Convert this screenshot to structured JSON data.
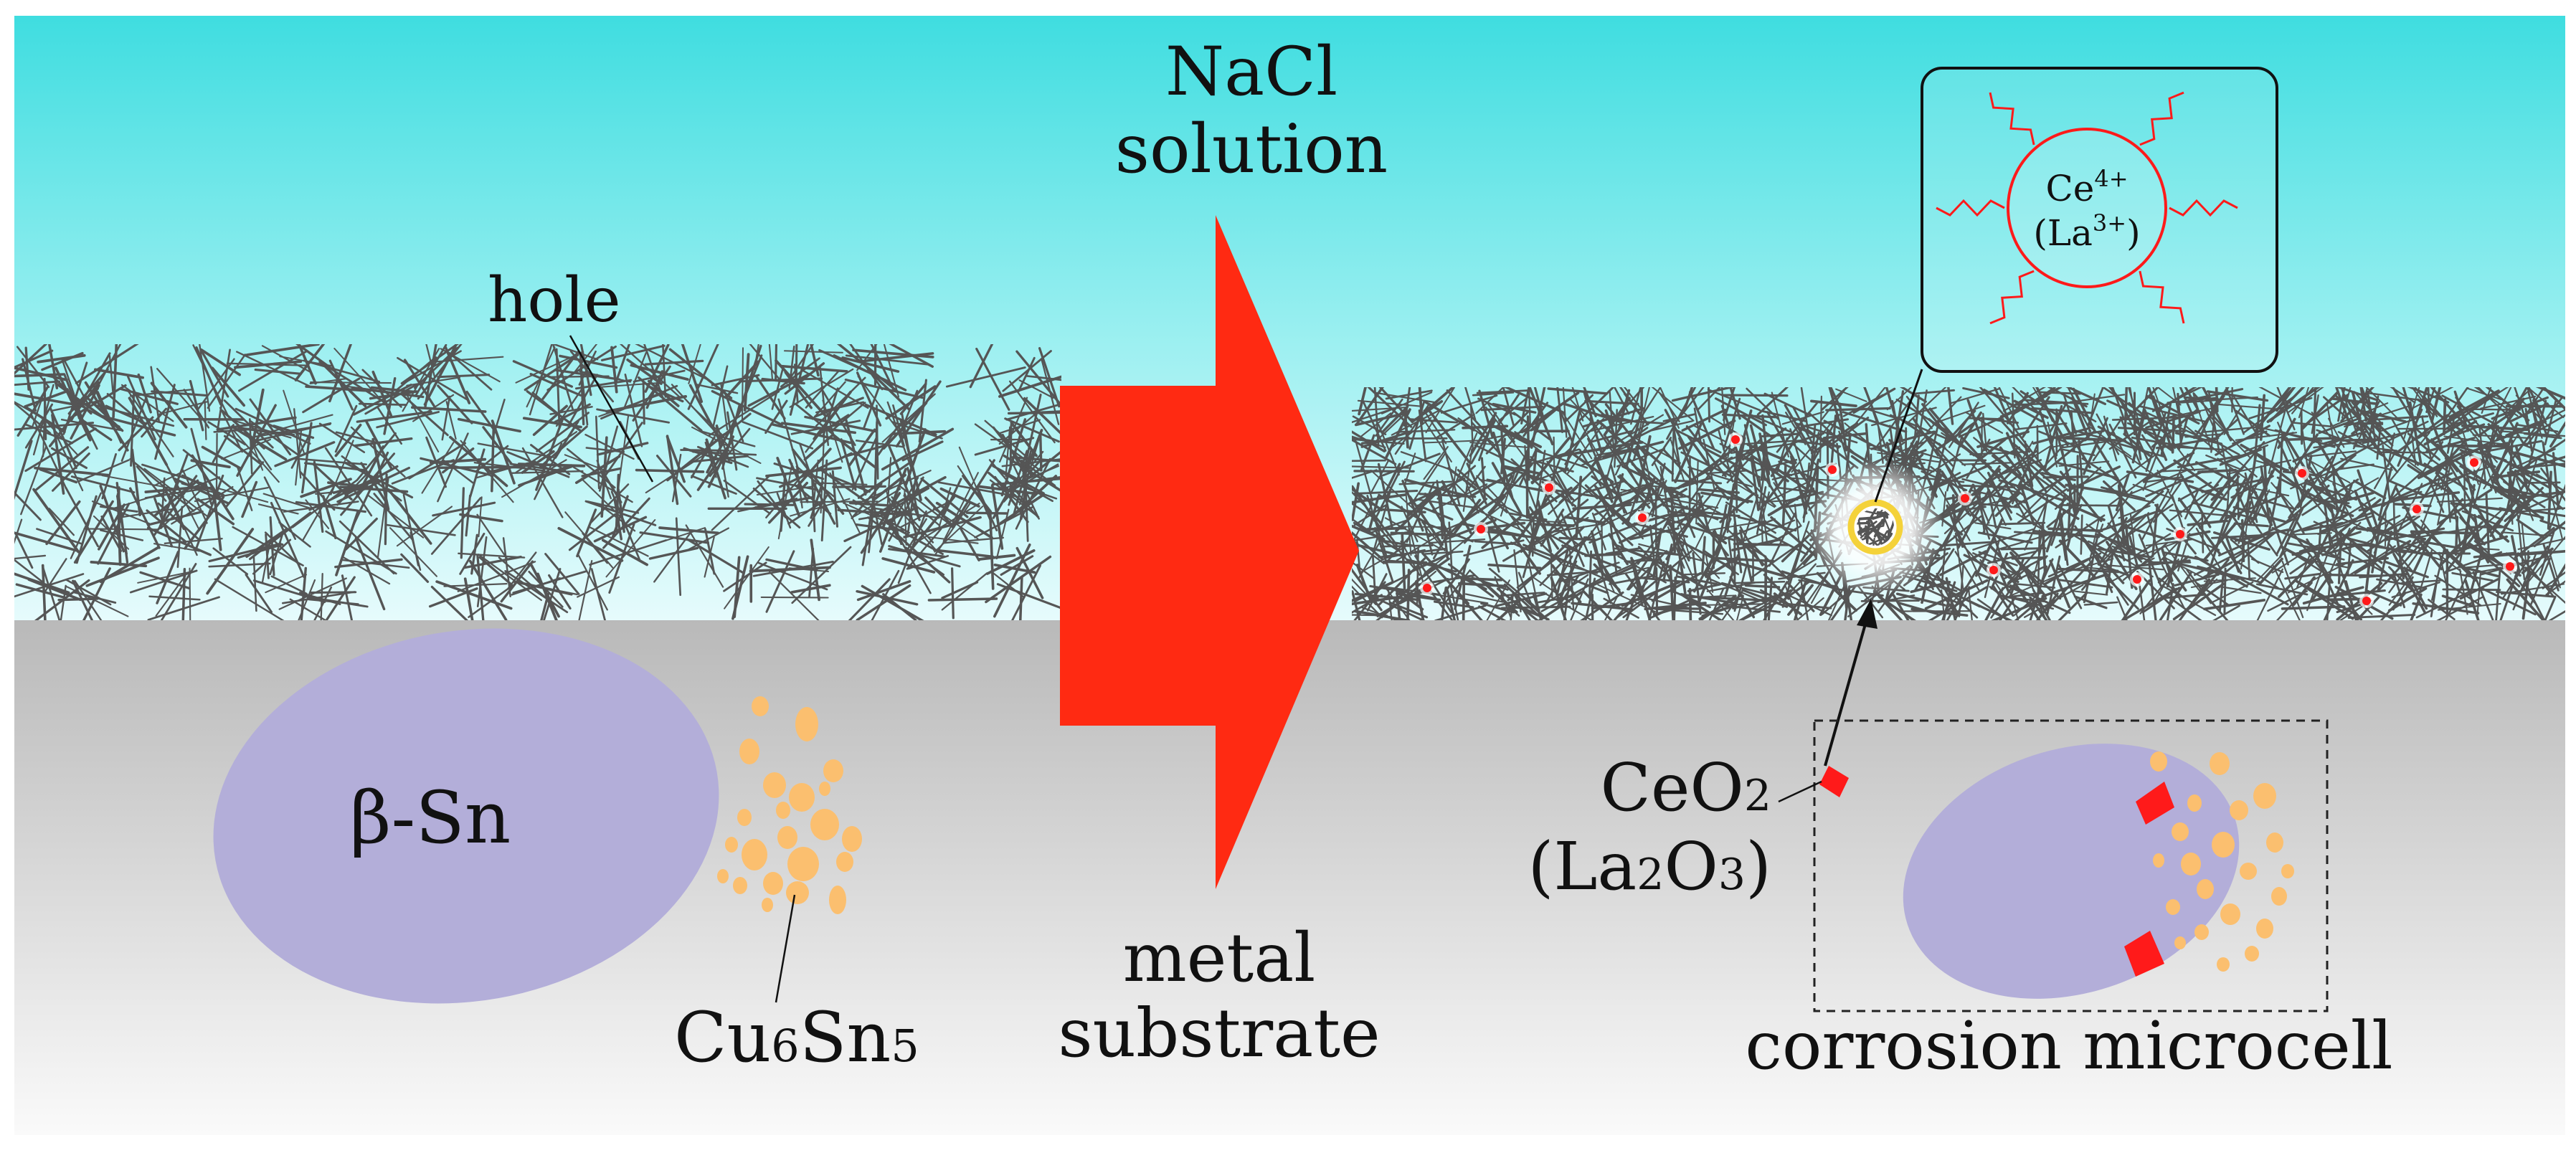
{
  "labels": {
    "hole": "hole",
    "nacl_line1": "NaCl",
    "nacl_line2": "solution",
    "metal_line1": "metal",
    "metal_line2": "substrate",
    "beta_sn": "β-Sn",
    "cu_main": "Cu",
    "cu_sub": "6",
    "sn_main": "Sn",
    "sn_sub": "5",
    "ce_main": "Ce",
    "ce_sup": "4+",
    "la_open": "(La",
    "la_sup": "3+",
    "la_close": ")",
    "ceo2_main": "CeO",
    "ceo2_sub": "2",
    "la2o3_open": "(La",
    "la2o3_sub1": "2",
    "la2o3_mid": "O",
    "la2o3_sub2": "3",
    "la2o3_close": ")",
    "microcell": "corrosion microcell"
  },
  "colors": {
    "solution_top": "#3fdde0",
    "solution_bottom": "#e6fbfc",
    "substrate_top": "#b9b9b9",
    "substrate_bottom": "#fafafa",
    "needle": "#555555",
    "arrow": "#ff2a12",
    "beta_sn": "#b3aed9",
    "cu6sn5": "#fbbf6f",
    "rare_earth": "#ff1a1a",
    "halo": "#f4d23a",
    "ion_ring": "#ff1a1a"
  }
}
